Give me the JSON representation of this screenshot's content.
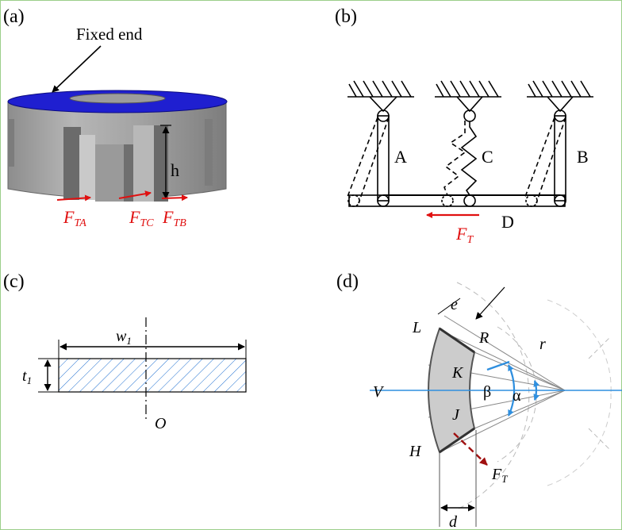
{
  "panel_a": {
    "label": "(a)",
    "fixed_end": "Fixed end",
    "h": "h",
    "forces": [
      {
        "base": "F",
        "sub": "TA"
      },
      {
        "base": "F",
        "sub": "TC"
      },
      {
        "base": "F",
        "sub": "TB"
      }
    ],
    "colors": {
      "top_face": "#1f1fd0",
      "body": "#a8a8a8",
      "force": "#e01010"
    }
  },
  "panel_b": {
    "label": "(b)",
    "members": [
      "A",
      "C",
      "B"
    ],
    "bar": "D",
    "force": {
      "base": "F",
      "sub": "T"
    }
  },
  "panel_c": {
    "label": "(c)",
    "width": {
      "base": "w",
      "sub": "1"
    },
    "thickness": {
      "base": "t",
      "sub": "1"
    },
    "origin": "O",
    "hatch_color": "#1f6fd0"
  },
  "panel_d": {
    "label": "(d)",
    "points": {
      "L": "L",
      "H": "H",
      "V": "V",
      "K": "K",
      "J": "J"
    },
    "e": "e",
    "R": "R",
    "r": "r",
    "beta": "β",
    "alpha": "α",
    "force": {
      "base": "F",
      "sub": "T"
    },
    "d": "d",
    "colors": {
      "axis": "#2f8fdf",
      "force": "#a01010",
      "fill": "#cccccc"
    }
  }
}
